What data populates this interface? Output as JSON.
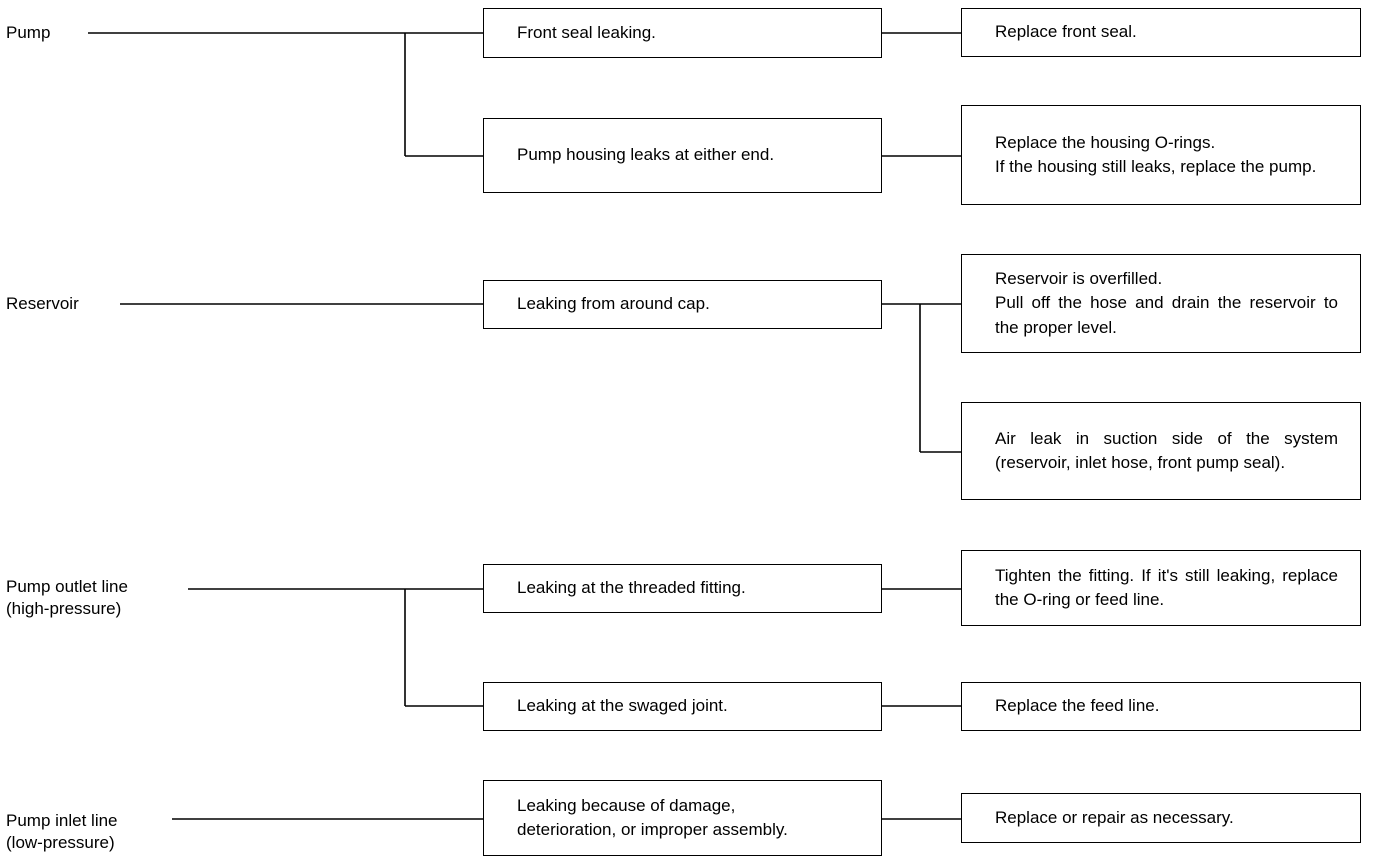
{
  "components": [
    {
      "label": "Pump",
      "causes": [
        {
          "text": "Front seal leaking.",
          "fixes": [
            "Replace front seal."
          ]
        },
        {
          "text": "Pump housing leaks at either end.",
          "fixes": [
            "Replace the housing O-rings.\nIf the housing still leaks, replace the pump."
          ]
        }
      ]
    },
    {
      "label": "Reservoir",
      "causes": [
        {
          "text": "Leaking from around cap.",
          "fixes": [
            "Reservoir is overfilled.\nPull off the hose and drain the reservoir to the proper level.",
            "Air leak in suction side of the system (reservoir, inlet hose, front pump seal)."
          ]
        }
      ]
    },
    {
      "label": "Pump outlet line\n(high-pressure)",
      "causes": [
        {
          "text": "Leaking at the threaded fitting.",
          "fixes": [
            "Tighten the fitting. If it's still leaking, replace the O-ring or feed line."
          ]
        },
        {
          "text": "Leaking at the swaged joint.",
          "fixes": [
            "Replace the feed line."
          ]
        }
      ]
    },
    {
      "label": "Pump inlet line\n(low-pressure)",
      "causes": [
        {
          "text": "Leaking because of damage, deterioration, or improper assembly.",
          "fixes": [
            "Replace or repair as necessary."
          ]
        }
      ]
    }
  ]
}
